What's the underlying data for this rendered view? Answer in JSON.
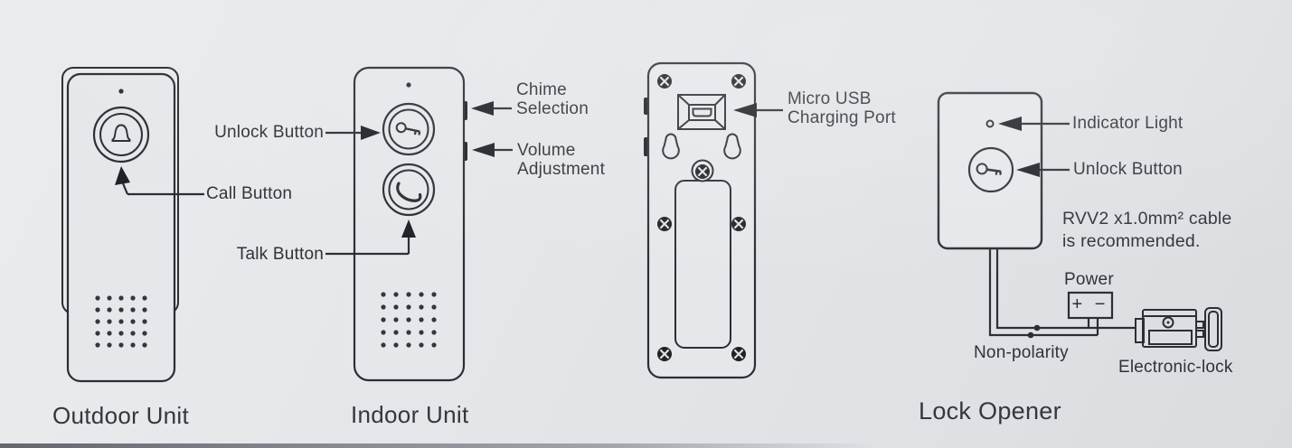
{
  "colors": {
    "ink": "#2b2e33",
    "text": "#2f3237",
    "background": "#e3e5e8"
  },
  "outdoor_unit": {
    "caption": "Outdoor Unit",
    "labels": {
      "call": "Call Button"
    }
  },
  "indoor_unit": {
    "caption": "Indoor Unit",
    "labels": {
      "unlock": "Unlock Button",
      "talk": "Talk Button",
      "chime": [
        "Chime",
        "Selection"
      ],
      "volume": [
        "Volume",
        "Adjustment"
      ]
    }
  },
  "back_unit": {
    "labels": {
      "usb": [
        "Micro USB",
        "Charging Port"
      ]
    }
  },
  "lock_opener": {
    "caption": "Lock Opener",
    "labels": {
      "indicator": "Indicator Light",
      "unlock": "Unlock Button",
      "cable_note": [
        "RVV2 x1.0mm² cable",
        "is recommended."
      ],
      "power": "Power",
      "power_terminals": "+ −",
      "non_polarity": "Non-polarity",
      "electronic_lock": "Electronic-lock"
    }
  }
}
